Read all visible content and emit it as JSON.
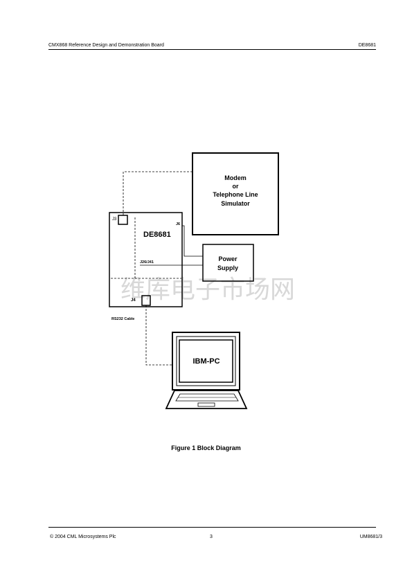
{
  "header": {
    "title": "CMX868 Reference Design and Demonstration Board",
    "code": "DE8681"
  },
  "diagram": {
    "modem_line1": "Modem",
    "modem_line2": "or",
    "modem_line3": "Telephone Line",
    "modem_line4": "Simulator",
    "board_label": "DE8681",
    "j3": "J3",
    "j6": "J6",
    "j26": "J26/J41",
    "j4": "J4",
    "power_line1": "Power",
    "power_line2": "Supply",
    "rs232": "RS232 Cable",
    "pc_label": "IBM-PC",
    "watermark": "维库电子市场网"
  },
  "caption": "Figure 1  Block Diagram",
  "footer": {
    "copyright": "© 2004 CML Microsystems Plc",
    "page": "3",
    "doc_id": "UM8681/3"
  }
}
